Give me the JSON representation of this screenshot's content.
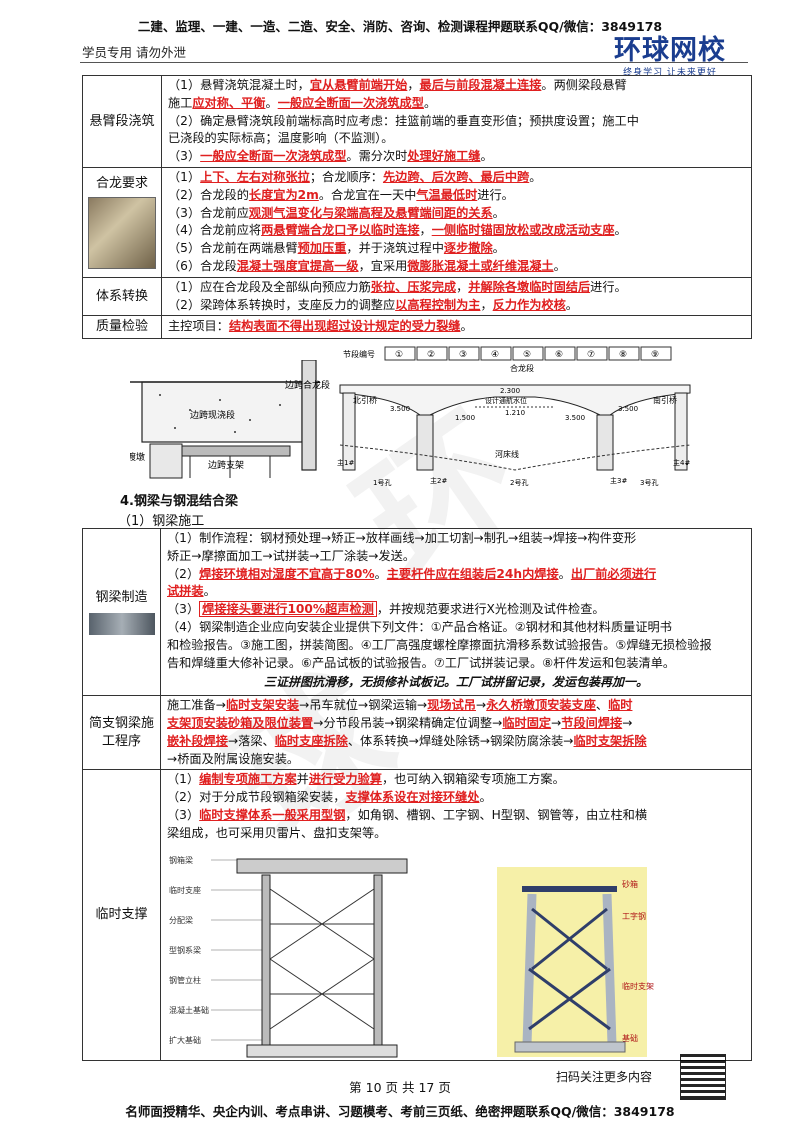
{
  "header": {
    "banner": "二建、监理、一建、一造、二造、安全、消防、咨询、检测课程押题联系QQ/微信：3849178",
    "student_note": "学员专用 请勿外泄",
    "logo_name": "环球网校",
    "logo_tagline": "终身学习 让未来更好"
  },
  "table1": {
    "rows": [
      {
        "label": "悬臂段浇筑",
        "lines": [
          [
            {
              "t": "（1）悬臂浇筑混凝土时，"
            },
            {
              "t": "宜从悬臂前端开始",
              "r": 1
            },
            {
              "t": "，"
            },
            {
              "t": "最后与前段混凝土连接",
              "r": 1
            },
            {
              "t": "。两侧梁段悬臂"
            }
          ],
          [
            {
              "t": "施工"
            },
            {
              "t": "应对称、平衡",
              "r": 1
            },
            {
              "t": "。"
            },
            {
              "t": "一般应全断面一次浇筑成型",
              "r": 1
            },
            {
              "t": "。"
            }
          ],
          [
            {
              "t": "（2）确定悬臂浇筑段前端标高时应考虑：挂篮前端的垂直变形值；预拱度设置；施工中"
            }
          ],
          [
            {
              "t": "已浇段的实际标高；温度影响（不监测）。"
            }
          ],
          [
            {
              "t": "（3）"
            },
            {
              "t": "一般应全断面一次浇筑成型",
              "r": 1
            },
            {
              "t": "。需分次时"
            },
            {
              "t": "处理好施工缝",
              "r": 1
            },
            {
              "t": "。"
            }
          ]
        ]
      },
      {
        "label": "合龙要求",
        "photo": true,
        "lines": [
          [
            {
              "t": "（1）"
            },
            {
              "t": "上下、左右对称张拉",
              "r": 1
            },
            {
              "t": "；合龙顺序："
            },
            {
              "t": "先边跨、后次跨、最后中跨",
              "r": 1
            },
            {
              "t": "。"
            }
          ],
          [
            {
              "t": "（2）合龙段的"
            },
            {
              "t": "长度宜为2m",
              "r": 1
            },
            {
              "t": "。合龙宜在一天中"
            },
            {
              "t": "气温最低时",
              "r": 1
            },
            {
              "t": "进行。"
            }
          ],
          [
            {
              "t": "（3）合龙前应"
            },
            {
              "t": "观测气温变化与梁端高程及悬臂端间距的关系",
              "r": 1
            },
            {
              "t": "。"
            }
          ],
          [
            {
              "t": "（4）合龙前应将"
            },
            {
              "t": "两悬臂端合龙口予以临时连接",
              "r": 1
            },
            {
              "t": "，"
            },
            {
              "t": "一侧临时锚固放松或改成活动支座",
              "r": 1
            },
            {
              "t": "。"
            }
          ],
          [
            {
              "t": "（5）合龙前在两端悬臂"
            },
            {
              "t": "预加压重",
              "r": 1
            },
            {
              "t": "，并于浇筑过程中"
            },
            {
              "t": "逐步撤除",
              "r": 1
            },
            {
              "t": "。"
            }
          ],
          [
            {
              "t": "（6）合龙段"
            },
            {
              "t": "混凝土强度宜提高一级",
              "r": 1
            },
            {
              "t": "，宜采用"
            },
            {
              "t": "微膨胀混凝土或纤维混凝土",
              "r": 1
            },
            {
              "t": "。"
            }
          ]
        ]
      },
      {
        "label": "体系转换",
        "lines": [
          [
            {
              "t": "（1）应在合龙段及全部纵向预应力筋"
            },
            {
              "t": "张拉、压浆完成",
              "r": 1
            },
            {
              "t": "，"
            },
            {
              "t": "并解除各墩临时固结后",
              "r": 1
            },
            {
              "t": "进行。"
            }
          ],
          [
            {
              "t": "（2）梁跨体系转换时，支座反力的调整应"
            },
            {
              "t": "以高程控制为主",
              "r": 1
            },
            {
              "t": "，"
            },
            {
              "t": "反力作为校核",
              "r": 1
            },
            {
              "t": "。"
            }
          ]
        ]
      },
      {
        "label": "质量检验",
        "lines": [
          [
            {
              "t": "主控项目："
            },
            {
              "t": "结构表面不得出现超过设计规定的受力裂缝",
              "r": 1
            },
            {
              "t": "。"
            }
          ]
        ]
      }
    ]
  },
  "figures": {
    "left": {
      "label_a": "边跨现浇段",
      "label_b": "边跨合龙段",
      "label_c": "过渡墩",
      "label_d": "边跨支架"
    },
    "right": {
      "seg_header": "节段编号",
      "segs": [
        "①",
        "②",
        "③",
        "④",
        "⑤",
        "⑥",
        "⑦",
        "⑧",
        "⑨"
      ],
      "closure": "合龙段",
      "north": "北引桥",
      "south": "南引桥",
      "dim1": "3.500",
      "dim2": "3.500",
      "dim3": "1.500",
      "dim4": "3.500",
      "dim5": "2.300",
      "water": "设计通航水位",
      "water_val": "1.210",
      "river": "河床线",
      "pier1": "主1#",
      "pier2": "主2#",
      "pier3": "主3#",
      "pier4": "主4#",
      "hole1": "1号孔",
      "hole2": "2号孔",
      "hole3": "3号孔"
    }
  },
  "section4": {
    "title": "4.钢梁与钢混结合梁",
    "subtitle": "（1）钢梁施工"
  },
  "table2": {
    "steel_make": {
      "label": "钢梁制造",
      "lines": [
        [
          {
            "t": "（1）制作流程：钢材预处理→矫正→放样画线→加工切割→制孔→组装→焊接→构件变形"
          }
        ],
        [
          {
            "t": "矫正→摩擦面加工→试拼装→工厂涂装→发送。"
          }
        ],
        [
          {
            "t": "（2）"
          },
          {
            "t": "焊接环境相对湿度不宜高于80%",
            "r": 1
          },
          {
            "t": "。"
          },
          {
            "t": "主要杆件应在组装后24h内焊接",
            "r": 1
          },
          {
            "t": "。"
          },
          {
            "t": "出厂前必须进行",
            "r": 1
          }
        ],
        [
          {
            "t": "试拼装",
            "r": 1
          },
          {
            "t": "。"
          }
        ],
        [
          {
            "t": "（3）"
          },
          {
            "t": "焊接接头要进行100%超声检测",
            "r": 1,
            "b": 1
          },
          {
            "t": "，并按规范要求进行X光检测及试件检查。"
          }
        ],
        [
          {
            "t": "（4）钢梁制造企业应向安装企业提供下列文件：①产品合格证。②钢材和其他材料质量证明书"
          }
        ],
        [
          {
            "t": "和检验报告。③施工图，拼装简图。④工厂高强度螺栓摩擦面抗滑移系数试验报告。⑤焊缝无损检验报"
          }
        ],
        [
          {
            "t": "告和焊缝重大修补记录。⑥产品试板的试验报告。⑦工厂试拼装记录。⑧杆件发运和包装清单。"
          }
        ]
      ],
      "mnemonic": "三证拼图抗滑移，无损修补试板记。工厂试拼留记录，发运包装再加一。"
    },
    "simple_beam": {
      "label": "简支钢梁施工程序",
      "lines": [
        [
          {
            "t": "施工准备→"
          },
          {
            "t": "临时支架安装",
            "r": 1
          },
          {
            "t": "→吊车就位→钢梁运输→"
          },
          {
            "t": "现场试吊",
            "r": 1
          },
          {
            "t": "→"
          },
          {
            "t": "永久桥墩顶安装支座",
            "r": 1
          },
          {
            "t": "、"
          },
          {
            "t": "临时",
            "r": 1
          }
        ],
        [
          {
            "t": "支架顶安装砂箱及限位装置",
            "r": 1
          },
          {
            "t": "→分节段吊装→钢梁精确定位调整→"
          },
          {
            "t": "临时固定",
            "r": 1
          },
          {
            "t": "→"
          },
          {
            "t": "节段间焊接",
            "r": 1
          },
          {
            "t": "→"
          }
        ],
        [
          {
            "t": "嵌补段焊接",
            "r": 1
          },
          {
            "t": "→落梁、"
          },
          {
            "t": "临时支座拆除",
            "r": 1
          },
          {
            "t": "、体系转换→焊缝处除锈→钢梁防腐涂装→"
          },
          {
            "t": "临时支架拆除",
            "r": 1
          }
        ],
        [
          {
            "t": "→桥面及附属设施安装。"
          }
        ]
      ]
    },
    "temp_support": {
      "label": "临时支撑",
      "lines": [
        [
          {
            "t": "（1）"
          },
          {
            "t": "编制专项施工方案",
            "r": 1
          },
          {
            "t": "并"
          },
          {
            "t": "进行受力验算",
            "r": 1
          },
          {
            "t": "，也可纳入钢箱梁专项施工方案。"
          }
        ],
        [
          {
            "t": "（2）对于分成节段钢箱梁安装，"
          },
          {
            "t": "支撑体系设在对接环缝处",
            "r": 1
          },
          {
            "t": "。"
          }
        ],
        [
          {
            "t": "（3）"
          },
          {
            "t": "临时支撑体系一般采用型钢",
            "r": 1
          },
          {
            "t": "，如角钢、槽钢、工字钢、H型钢、钢管等，由立柱和横"
          }
        ],
        [
          {
            "t": "梁组成，也可采用贝雷片、盘扣支架等。"
          }
        ]
      ],
      "fig_left": [
        "钢箱梁",
        "临时支座",
        "分配梁",
        "型钢系梁",
        "钢管立柱",
        "混凝土基础",
        "扩大基础"
      ],
      "fig_right": [
        "砂箱",
        "工字钢",
        "临时支架",
        "基础"
      ]
    }
  },
  "footer": {
    "page": "第 10 页 共 17 页",
    "scan": "扫码关注更多内容",
    "bottom": "名师面授精华、央企内训、考点串讲、习题模考、考前三页纸、绝密押题联系QQ/微信：3849178"
  },
  "colors": {
    "accent_red": "#e02020",
    "logo_blue": "#1a3d8f"
  }
}
